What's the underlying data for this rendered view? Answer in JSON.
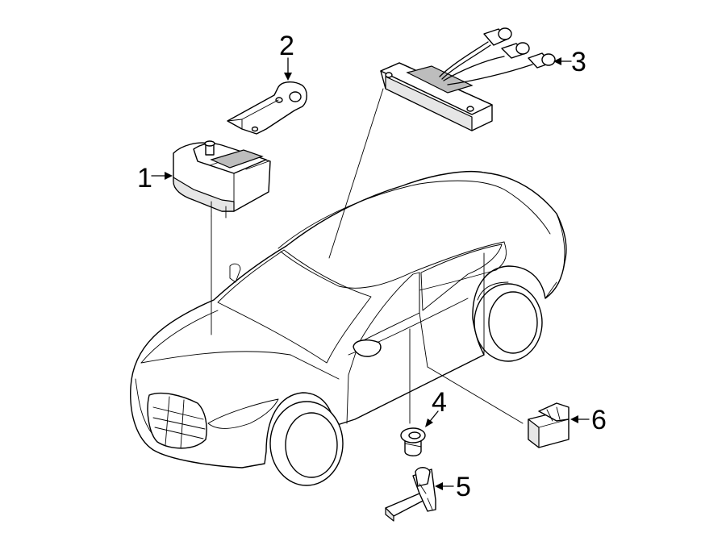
{
  "callouts": [
    {
      "id": 1,
      "label": "1"
    },
    {
      "id": 2,
      "label": "2"
    },
    {
      "id": 3,
      "label": "3"
    },
    {
      "id": 4,
      "label": "4"
    },
    {
      "id": 5,
      "label": "5"
    },
    {
      "id": 6,
      "label": "6"
    }
  ]
}
